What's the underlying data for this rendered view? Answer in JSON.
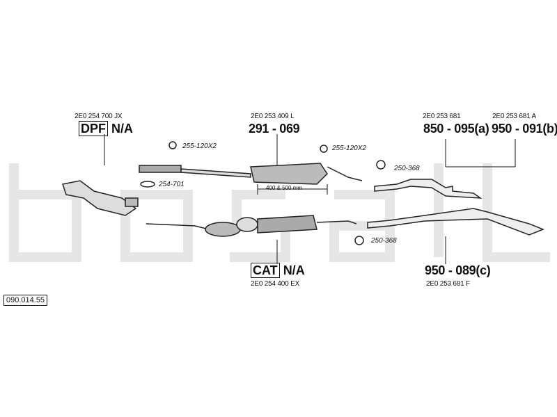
{
  "diagram": {
    "reference_number": "090.014.55",
    "watermark_text": "bosal",
    "parts": {
      "dpf": {
        "oe_number": "2E0 254 700 JX",
        "badge": "DPF",
        "status": "N/A"
      },
      "front_silencer": {
        "oe_number": "2E0 253 409 L",
        "part_number": "291 - 069",
        "dimension": "400 & 500 mm"
      },
      "cat": {
        "badge": "CAT",
        "status": "N/A",
        "oe_number": "2E0 254 400 EX"
      },
      "rear_a": {
        "oe_number": "2E0 253 681",
        "part_number": "850 - 095(a)"
      },
      "rear_b": {
        "oe_number": "2E0 253 681 A",
        "part_number": "950 - 091(b)"
      },
      "rear_c": {
        "part_number": "950 - 089(c)",
        "oe_number": "2E0 253 681 F"
      }
    },
    "accessories": {
      "hanger_left": "255-120X2",
      "hanger_right": "255-120X2",
      "gasket": "254-701",
      "clamp_upper": "250-368",
      "clamp_lower": "250-368"
    }
  }
}
